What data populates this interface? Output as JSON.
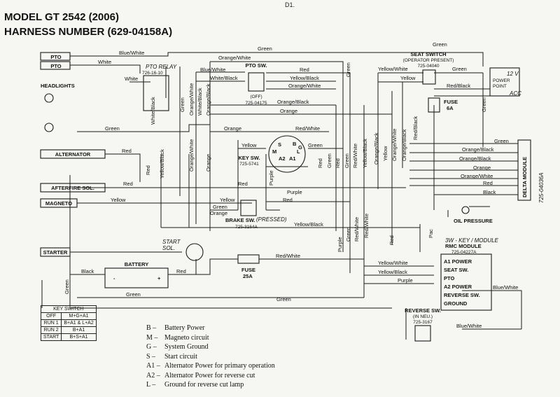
{
  "page_id": "D1.",
  "title": {
    "model": "MODEL GT 2542 (2006)",
    "harness": "HARNESS NUMBER (629-04158A)"
  },
  "components": {
    "pto1": "PTO",
    "pto2": "PTO",
    "pto_relay": "PTO RELAY",
    "pto_relay_part": "726-16-10",
    "headlights": "HEADLIGHTS",
    "alternator": "ALTERNATOR",
    "afterfire": "AFTERFIRE SOL.",
    "magneto": "MAGNETO",
    "starter": "STARTER",
    "battery": "BATTERY",
    "pto_sw": "PTO SW.",
    "pto_sw_off": "(OFF)",
    "pto_sw_part": "725-04175",
    "key_sw": "KEY SW.",
    "key_sw_part": "725-5741",
    "brake_sw": "BRAKE SW.",
    "brake_sw_note": "(PRESSED)",
    "brake_sw_part": "725-3164A",
    "start_sol": "START SOL.",
    "fuse25": "FUSE",
    "fuse25_rating": "25A",
    "seat_sw": "SEAT SWITCH",
    "seat_sw_note": "(OPERATOR PRESENT)",
    "seat_sw_part": "725-04040",
    "fuse6": "FUSE",
    "fuse6_rating": "6A",
    "power_point_v": "12 V",
    "power_point": "POWER POINT",
    "power_point_acc": "ACC",
    "delta_module": "DELTA MODULE",
    "delta_part": "725-04036A",
    "oil_pressure": "OIL PRESSURE",
    "rmc_note": "3W - KEY / MODULE",
    "rmc_module": "RMC MODULE",
    "rmc_part": "725-04227A",
    "rmc_pins": [
      "A1 POWER",
      "SEAT SW.",
      "PTO",
      "A2 POWER",
      "REVERSE SW.",
      "GROUND"
    ],
    "reverse_sw": "REVERSE SW.",
    "reverse_sw_note": "(IN NEU.)",
    "reverse_sw_part": "725-3167",
    "key_pins": {
      "s": "S",
      "m": "M",
      "a2": "A2",
      "a1": "A1",
      "l": "L",
      "b": "B",
      "g": "G"
    },
    "battery_terms": {
      "neg": "-",
      "pos": "+"
    }
  },
  "wires": {
    "pto_bw": "Blue/White",
    "pto_w": "White",
    "relay_white": "White",
    "wb": "White/Black",
    "ob_top": "Orange/Black",
    "green_top": "Green",
    "green_rv": "Green",
    "ow_top": "Orange/White",
    "bw_ptosw": "Blue/White",
    "wb_ptosw": "White/Black",
    "red_ptosw": "Red",
    "yb_top": "Yellow/Black",
    "ow_mid": "Orange/White",
    "green_v1": "Green",
    "yw_seat": "Yellow/White",
    "green_seat": "Green",
    "yellow_seat": "Yellow",
    "rb_seat": "Red/Black",
    "green_head": "Green",
    "red_alt": "Red",
    "yb_v": "Yellow/Black",
    "red_v1": "Red",
    "ow_v": "Orange/White",
    "orange_v": "Orange",
    "yellow_key": "Yellow",
    "ob_mid": "Orange/Black",
    "orange_key": "Orange",
    "rw_key": "Red/White",
    "green_key": "Green",
    "red_key": "Red",
    "purple_key": "Purple",
    "green_v2": "Green",
    "red_v2": "Red",
    "green_v3": "Green",
    "rw_v": "Red/White",
    "ob_v": "Orange/Black",
    "yellow_v": "Yellow",
    "ow_v2": "Orange/White",
    "ob_v2": "Orange/Black",
    "rw_v2": "Red/White",
    "rb_v": "Red/Black",
    "green_rv2": "Green",
    "red_after": "Red",
    "red_mid": "Red",
    "yellow_mag": "Yellow",
    "yellow_brake": "Yellow",
    "green_brake": "Green",
    "orange_brake": "Orange",
    "red_brake": "Red",
    "yb_brake": "Yellow/Black",
    "purple_v": "Purple",
    "green_v4": "Green",
    "red_v3": "Red",
    "rw_v3": "Red/White",
    "green_d1": "Green",
    "ob_d2": "Orange/Black",
    "ob_d3": "Orange/Black",
    "orange_d4": "Orange",
    "ow_d5": "Orange/White",
    "red_d6": "Red",
    "black_d7": "Black",
    "black_batt": "Black",
    "red_batt": "Red",
    "green_batt": "Green",
    "green_ground": "Green",
    "green_bottom": "Green",
    "rw_fuse": "Red/White",
    "yw_rmc": "Yellow/White",
    "yb_rmc": "Yellow/Black",
    "purple_rmc": "Purple",
    "bw_rmc": "Blue/White",
    "bw_rev": "Blue/White",
    "red_rmc": "Red",
    "pac": "Pac"
  },
  "key_switch_table": {
    "title": "KEY SWITCH",
    "rows": [
      {
        "pos": "OFF",
        "conn": "M+G+A1"
      },
      {
        "pos": "RUN 1",
        "conn": "B+A1 & L+A2"
      },
      {
        "pos": "RUN 2",
        "conn": "B+A1"
      },
      {
        "pos": "START",
        "conn": "B+S+A1"
      }
    ]
  },
  "legend": [
    {
      "code": "B –",
      "text": "Battery Power"
    },
    {
      "code": "M –",
      "text": "Magneto circuit"
    },
    {
      "code": "G –",
      "text": "System Ground"
    },
    {
      "code": "S –",
      "text": "Start circuit"
    },
    {
      "code": "A1 –",
      "text": "Alternator Power for primary operation"
    },
    {
      "code": "A2 –",
      "text": "Alternator Power for reverse cut"
    },
    {
      "code": "L –",
      "text": "Ground for reverse cut lamp"
    }
  ]
}
